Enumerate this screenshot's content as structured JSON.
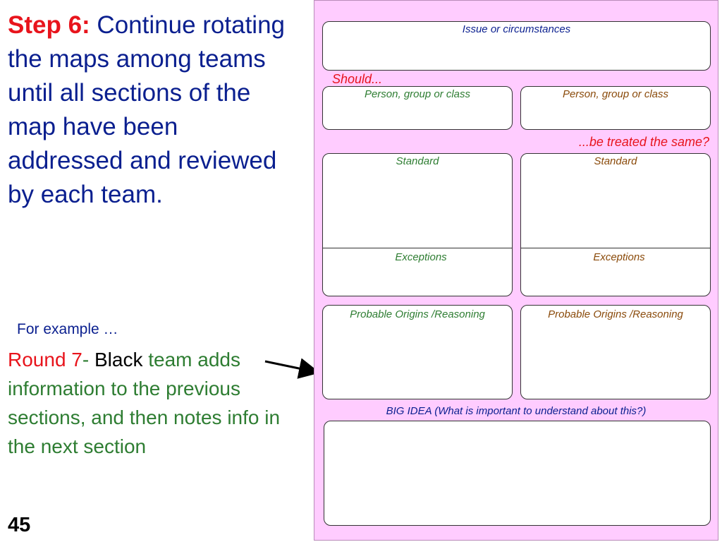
{
  "step": {
    "label": "Step 6:",
    "text": " Continue rotating the maps among teams until all sections of the map have been addressed and reviewed by each team."
  },
  "example": {
    "label": "For example …",
    "round_label": "Round 7",
    "dash": "- ",
    "team_color": "Black",
    "team_text": " team adds information to the previous sections, and then notes info in the next section"
  },
  "page_number": "45",
  "map": {
    "issue_label": "Issue or circumstances",
    "should_label": "Should...",
    "person_left_label": "Person, group or class",
    "person_right_label": "Person, group or class",
    "treated_label": "...be treated the same?",
    "standard_left_label": "Standard",
    "standard_right_label": "Standard",
    "exceptions_left_label": "Exceptions",
    "exceptions_right_label": "Exceptions",
    "origins_left_label": "Probable Origins /Reasoning",
    "origins_right_label": "Probable Origins /Reasoning",
    "big_idea_label": "BIG IDEA (What is important to understand about this?)"
  },
  "colors": {
    "heading_blue": "#0a1f8f",
    "accent_red": "#e8141c",
    "team_green": "#2e7d32",
    "right_brown": "#8a4a0a",
    "map_background": "#ffccff"
  }
}
